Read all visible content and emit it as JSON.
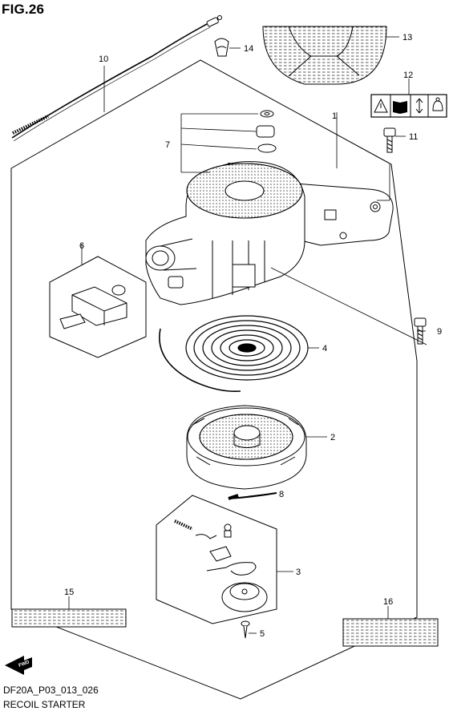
{
  "figure": {
    "title": "FIG.26"
  },
  "footer": {
    "code": "DF20A_P03_013_026",
    "name": "RECOIL STARTER"
  },
  "forward_label": "FWD",
  "callouts": [
    "1",
    "2",
    "3",
    "4",
    "5",
    "6",
    "7",
    "8",
    "9",
    "10",
    "11",
    "12",
    "13",
    "14",
    "15",
    "16"
  ],
  "icons": [
    "warning-triangle-icon",
    "manual-book-icon",
    "up-down-arrow-icon",
    "hand-pull-icon"
  ]
}
